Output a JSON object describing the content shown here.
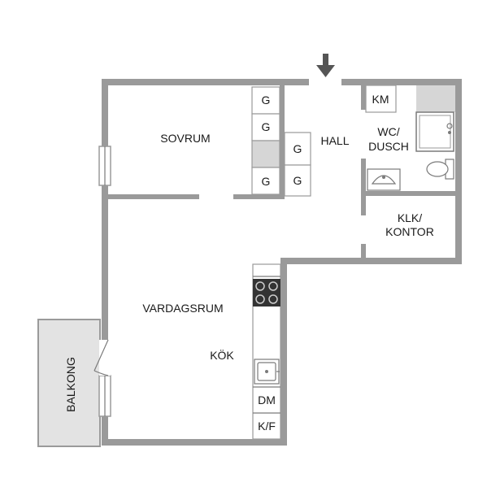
{
  "rooms": {
    "sovrum": "SOVRUM",
    "hall": "HALL",
    "km": "KM",
    "wc_line1": "WC/",
    "wc_line2": "DUSCH",
    "klk_line1": "KLK/",
    "klk_line2": "KONTOR",
    "vardagsrum": "VARDAGSRUM",
    "kok": "KÖK",
    "balkong": "BALKONG"
  },
  "fixtures": {
    "wardrobe": "G",
    "dishwasher": "DM",
    "fridge_freezer": "K/F"
  },
  "colors": {
    "wall": "#9a9a9a",
    "fill_grey": "#d6d6d6",
    "text": "#1a1a1a",
    "entrance_arrow": "#555555"
  },
  "icons": {
    "entrance": "down-arrow-icon"
  }
}
